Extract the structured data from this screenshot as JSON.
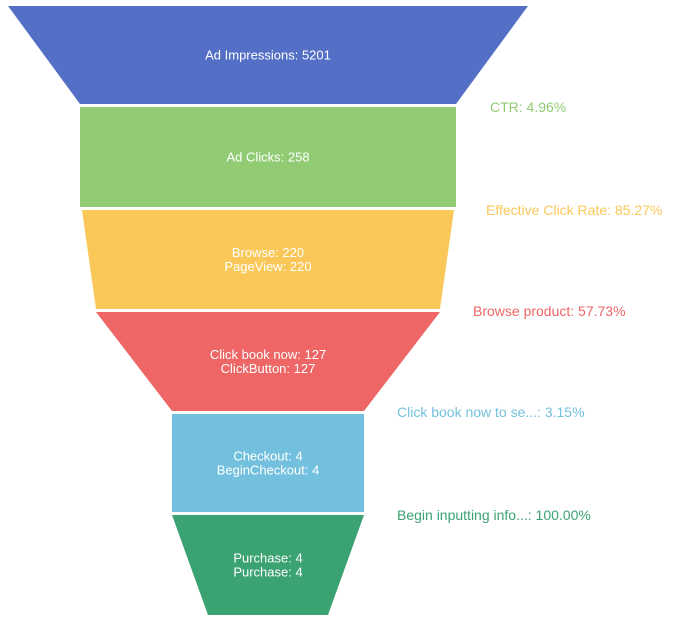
{
  "chart_data": {
    "type": "funnel",
    "stages": [
      {
        "lines": [
          "Ad Impressions: 5201"
        ],
        "color": "#5470c6"
      },
      {
        "lines": [
          "Ad Clicks: 258"
        ],
        "color": "#91cc75"
      },
      {
        "lines": [
          "Browse: 220",
          "PageView: 220"
        ],
        "color": "#fac858"
      },
      {
        "lines": [
          "Click book now: 127",
          "ClickButton: 127"
        ],
        "color": "#ee6666"
      },
      {
        "lines": [
          "Checkout: 4",
          "BeginCheckout: 4"
        ],
        "color": "#73c0de"
      },
      {
        "lines": [
          "Purchase: 4",
          "Purchase: 4"
        ],
        "color": "#3ba272"
      }
    ],
    "rates": [
      {
        "text": "CTR: 4.96%",
        "color": "#91cc75"
      },
      {
        "text": "Effective Click Rate: 85.27%",
        "color": "#fac858"
      },
      {
        "text": "Browse product: 57.73%",
        "color": "#ee6666"
      },
      {
        "text": "Click book now to se...: 3.15%",
        "color": "#73c0de"
      },
      {
        "text": "Begin inputting info...: 100.00%",
        "color": "#3ba272"
      }
    ]
  }
}
